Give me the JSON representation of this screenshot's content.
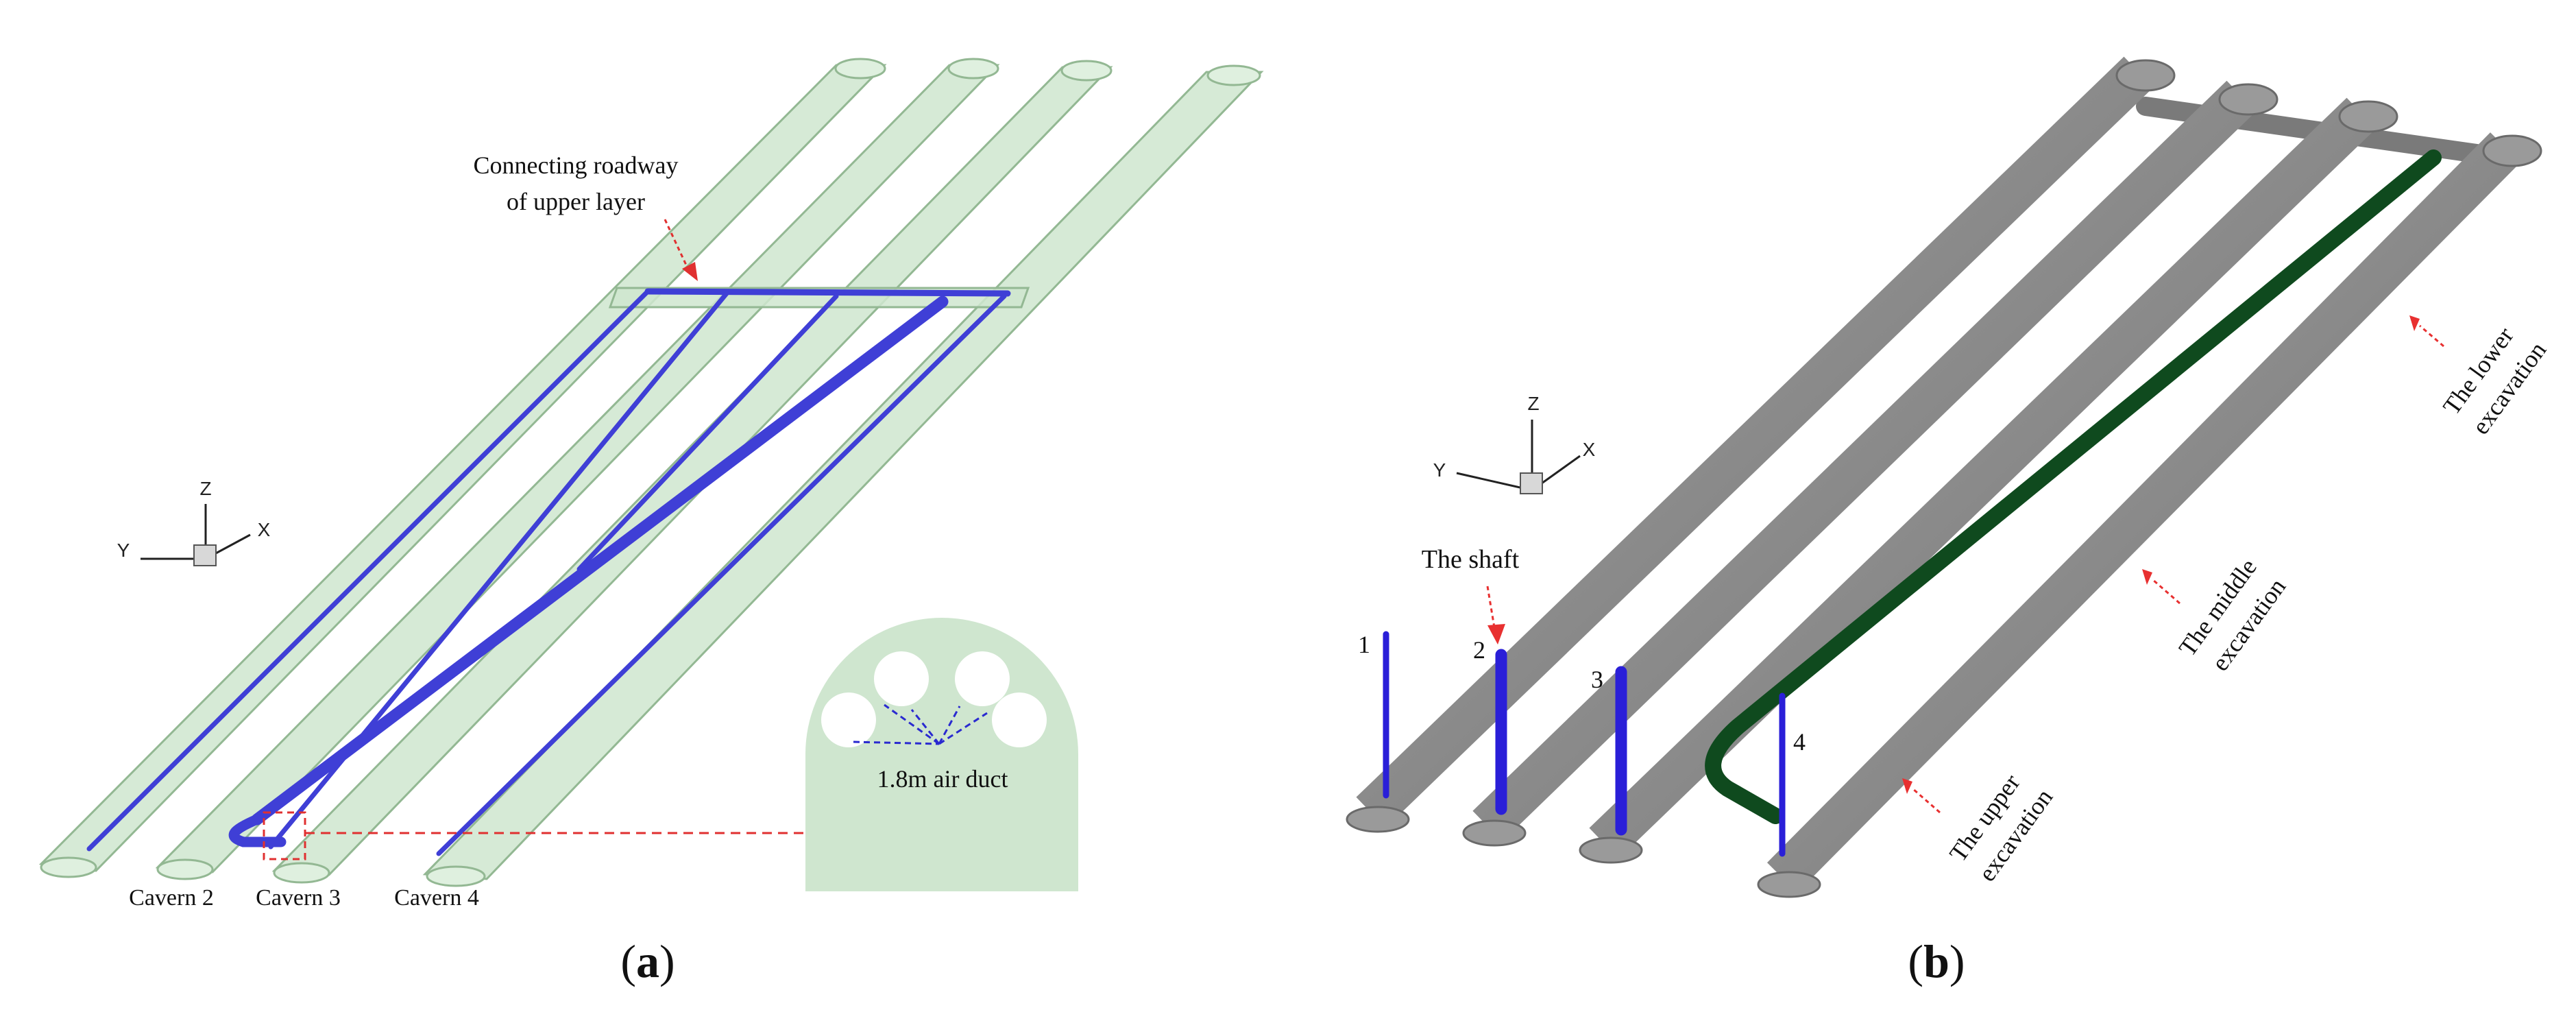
{
  "panel_a": {
    "label_open": "(",
    "label_letter": "a",
    "label_close": ")",
    "annotation_line1": "Connecting roadway",
    "annotation_line2": "of upper layer",
    "inset_label": "1.8m air duct",
    "cavern_labels": [
      "Cavern 2",
      "Cavern 3",
      "Cavern 4"
    ],
    "axis": {
      "x": "X",
      "y": "Y",
      "z": "Z"
    },
    "colors": {
      "tunnel_fill": "#cfe6cf",
      "tunnel_edge": "#93b893",
      "duct": "#3f3fd6",
      "leader": "#e03030"
    }
  },
  "panel_b": {
    "label_open": "(",
    "label_letter": "b",
    "label_close": ")",
    "shaft_label": "The shaft",
    "shaft_numbers": [
      "1",
      "2",
      "3",
      "4"
    ],
    "upper_line1": "The upper",
    "upper_line2": "excavation",
    "middle_line1": "The middle",
    "middle_line2": "excavation",
    "lower_line1": "The lower",
    "lower_line2": "excavation",
    "axis": {
      "x": "X",
      "y": "Y",
      "z": "Z"
    },
    "colors": {
      "tunnel": "#8c8c8c",
      "tunnel_dark": "#6e6e6e",
      "shaft": "#2a1fd8",
      "duct": "#0f4a1e",
      "arrow": "#e83030"
    }
  }
}
